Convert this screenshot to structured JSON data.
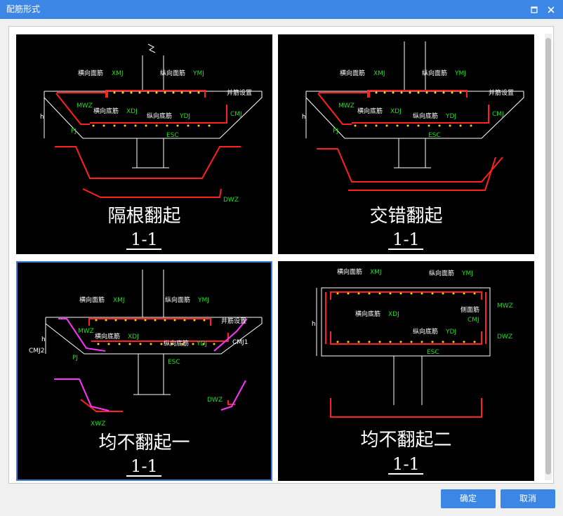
{
  "window": {
    "title": "配筋形式",
    "maximize_icon": "maximize-icon",
    "close_icon": "close-icon"
  },
  "panels": [
    {
      "title": "隔根翻起",
      "section": "1-1",
      "labels": {
        "xmj_cn": "横向面筋",
        "xmj": "XMJ",
        "ymj_cn": "纵向面筋",
        "ymj": "YMJ",
        "xdj_cn": "横向底筋",
        "xdj": "XDJ",
        "ydj_cn": "纵向底筋",
        "ydj": "YDJ",
        "side": "并筋设置",
        "cmj": "CMJ",
        "mwz": "MWZ",
        "h": "h",
        "pj": "PJ",
        "esc": "ESC",
        "dwz": "DWZ"
      }
    },
    {
      "title": "交错翻起",
      "section": "1-1",
      "labels": {
        "xmj_cn": "横向面筋",
        "xmj": "XMJ",
        "ymj_cn": "纵向面筋",
        "ymj": "YMJ",
        "xdj_cn": "横向底筋",
        "xdj": "XDJ",
        "ydj_cn": "纵向底筋",
        "ydj": "YDJ",
        "side": "并筋设置",
        "cmj": "CMJ",
        "mwz": "MWZ",
        "h": "h",
        "pj": "PJ",
        "esc": "ESC"
      }
    },
    {
      "title": "均不翻起一",
      "section": "1-1",
      "selected": true,
      "labels": {
        "xmj_cn": "横向面筋",
        "xmj": "XMJ",
        "ymj_cn": "纵向面筋",
        "ymj": "YMJ",
        "xdj_cn": "横向底筋",
        "xdj": "XDJ",
        "ydj_cn": "纵向底筋",
        "ydj": "YDJ",
        "side": "并筋设置",
        "cmj1": "CMJ1",
        "cmj2": "CMJ2",
        "mwz": "MWZ",
        "h": "h",
        "pj": "PJ",
        "esc": "ESC",
        "dwz": "DWZ",
        "xwz": "XWZ"
      }
    },
    {
      "title": "均不翻起二",
      "section": "1-1",
      "labels": {
        "xmj_cn": "横向面筋",
        "xmj": "XMJ",
        "ymj_cn": "纵向面筋",
        "ymj": "YMJ",
        "xdj_cn": "横向底筋",
        "xdj": "XDJ",
        "ydj_cn": "纵向底筋",
        "ydj": "YDJ",
        "side": "侧面筋",
        "cmj": "CMJ",
        "mwz": "MWZ",
        "dwz": "DWZ",
        "h": "h",
        "esc": "ESC"
      }
    }
  ],
  "buttons": {
    "ok": "确定",
    "cancel": "取消"
  },
  "colors": {
    "titlebar": "#3c86e6",
    "rebar_red": "#ff2020",
    "label_green": "#22dd22",
    "magenta": "#ff33ff",
    "dot_yellow": "#ffcc00",
    "selected_border": "#3a7fd9"
  }
}
